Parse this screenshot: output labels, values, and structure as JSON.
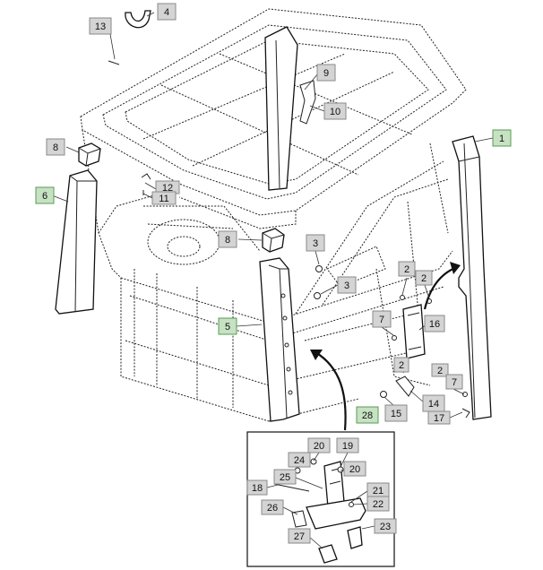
{
  "colors": {
    "callout_fill": "#d4d4d4",
    "callout_border": "#8a8a8a",
    "highlight_fill": "#c6e2c2",
    "highlight_border": "#5a9a55",
    "line": "#222222"
  },
  "callouts": [
    {
      "id": "c-13",
      "label": "13",
      "highlight": false
    },
    {
      "id": "c-4",
      "label": "4",
      "highlight": false
    },
    {
      "id": "c-9",
      "label": "9",
      "highlight": false
    },
    {
      "id": "c-10",
      "label": "10",
      "highlight": false
    },
    {
      "id": "c-1",
      "label": "1",
      "highlight": true
    },
    {
      "id": "c-8a",
      "label": "8",
      "highlight": false
    },
    {
      "id": "c-6",
      "label": "6",
      "highlight": true
    },
    {
      "id": "c-12",
      "label": "12",
      "highlight": false
    },
    {
      "id": "c-11",
      "label": "11",
      "highlight": false
    },
    {
      "id": "c-8b",
      "label": "8",
      "highlight": false
    },
    {
      "id": "c-3a",
      "label": "3",
      "highlight": false
    },
    {
      "id": "c-3b",
      "label": "3",
      "highlight": false
    },
    {
      "id": "c-2a",
      "label": "2",
      "highlight": false
    },
    {
      "id": "c-2b",
      "label": "2",
      "highlight": false
    },
    {
      "id": "c-5",
      "label": "5",
      "highlight": true
    },
    {
      "id": "c-7a",
      "label": "7",
      "highlight": false
    },
    {
      "id": "c-16",
      "label": "16",
      "highlight": false
    },
    {
      "id": "c-2c",
      "label": "2",
      "highlight": false
    },
    {
      "id": "c-2d",
      "label": "2",
      "highlight": false
    },
    {
      "id": "c-7b",
      "label": "7",
      "highlight": false
    },
    {
      "id": "c-14",
      "label": "14",
      "highlight": false
    },
    {
      "id": "c-15",
      "label": "15",
      "highlight": false
    },
    {
      "id": "c-17",
      "label": "17",
      "highlight": false
    },
    {
      "id": "c-28",
      "label": "28",
      "highlight": true
    },
    {
      "id": "c-20a",
      "label": "20",
      "highlight": false
    },
    {
      "id": "c-19",
      "label": "19",
      "highlight": false
    },
    {
      "id": "c-24",
      "label": "24",
      "highlight": false
    },
    {
      "id": "c-20b",
      "label": "20",
      "highlight": false
    },
    {
      "id": "c-25",
      "label": "25",
      "highlight": false
    },
    {
      "id": "c-18",
      "label": "18",
      "highlight": false
    },
    {
      "id": "c-21",
      "label": "21",
      "highlight": false
    },
    {
      "id": "c-22",
      "label": "22",
      "highlight": false
    },
    {
      "id": "c-26",
      "label": "26",
      "highlight": false
    },
    {
      "id": "c-23",
      "label": "23",
      "highlight": false
    },
    {
      "id": "c-27",
      "label": "27",
      "highlight": false
    }
  ]
}
